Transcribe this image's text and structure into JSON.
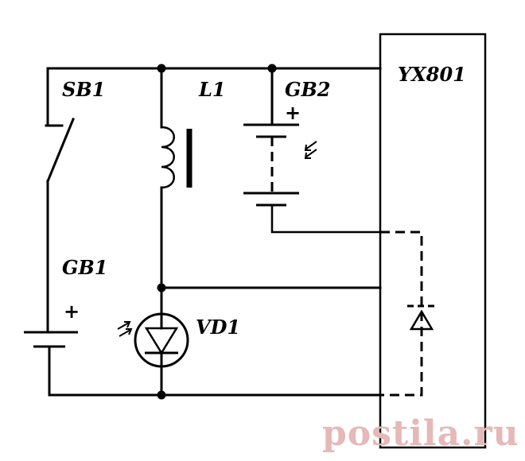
{
  "diagram": {
    "labels": {
      "sb1": "SB1",
      "l1": "L1",
      "gb2": "GB2",
      "gb1": "GB1",
      "vd1": "VD1",
      "ic": "YX801",
      "gb2_plus": "+",
      "gb1_plus": "+"
    },
    "watermark": "postila.ru"
  }
}
